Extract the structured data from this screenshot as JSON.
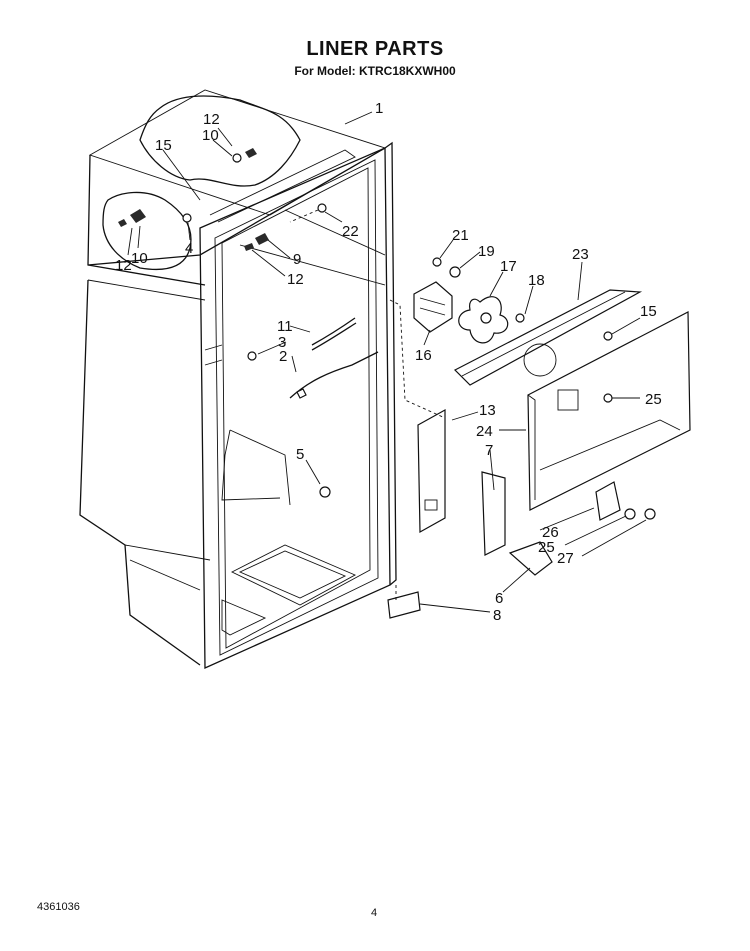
{
  "header": {
    "title": "LINER PARTS",
    "subtitle": "For Model: KTRC18KXWH00"
  },
  "footer": {
    "document_number": "4361036",
    "page_number": "4"
  },
  "callouts": [
    "1",
    "12",
    "10",
    "15",
    "12",
    "10",
    "4",
    "22",
    "9",
    "12",
    "11",
    "3",
    "2",
    "5",
    "21",
    "19",
    "17",
    "18",
    "23",
    "15",
    "16",
    "25",
    "13",
    "24",
    "7",
    "26",
    "25",
    "27",
    "6",
    "8"
  ]
}
